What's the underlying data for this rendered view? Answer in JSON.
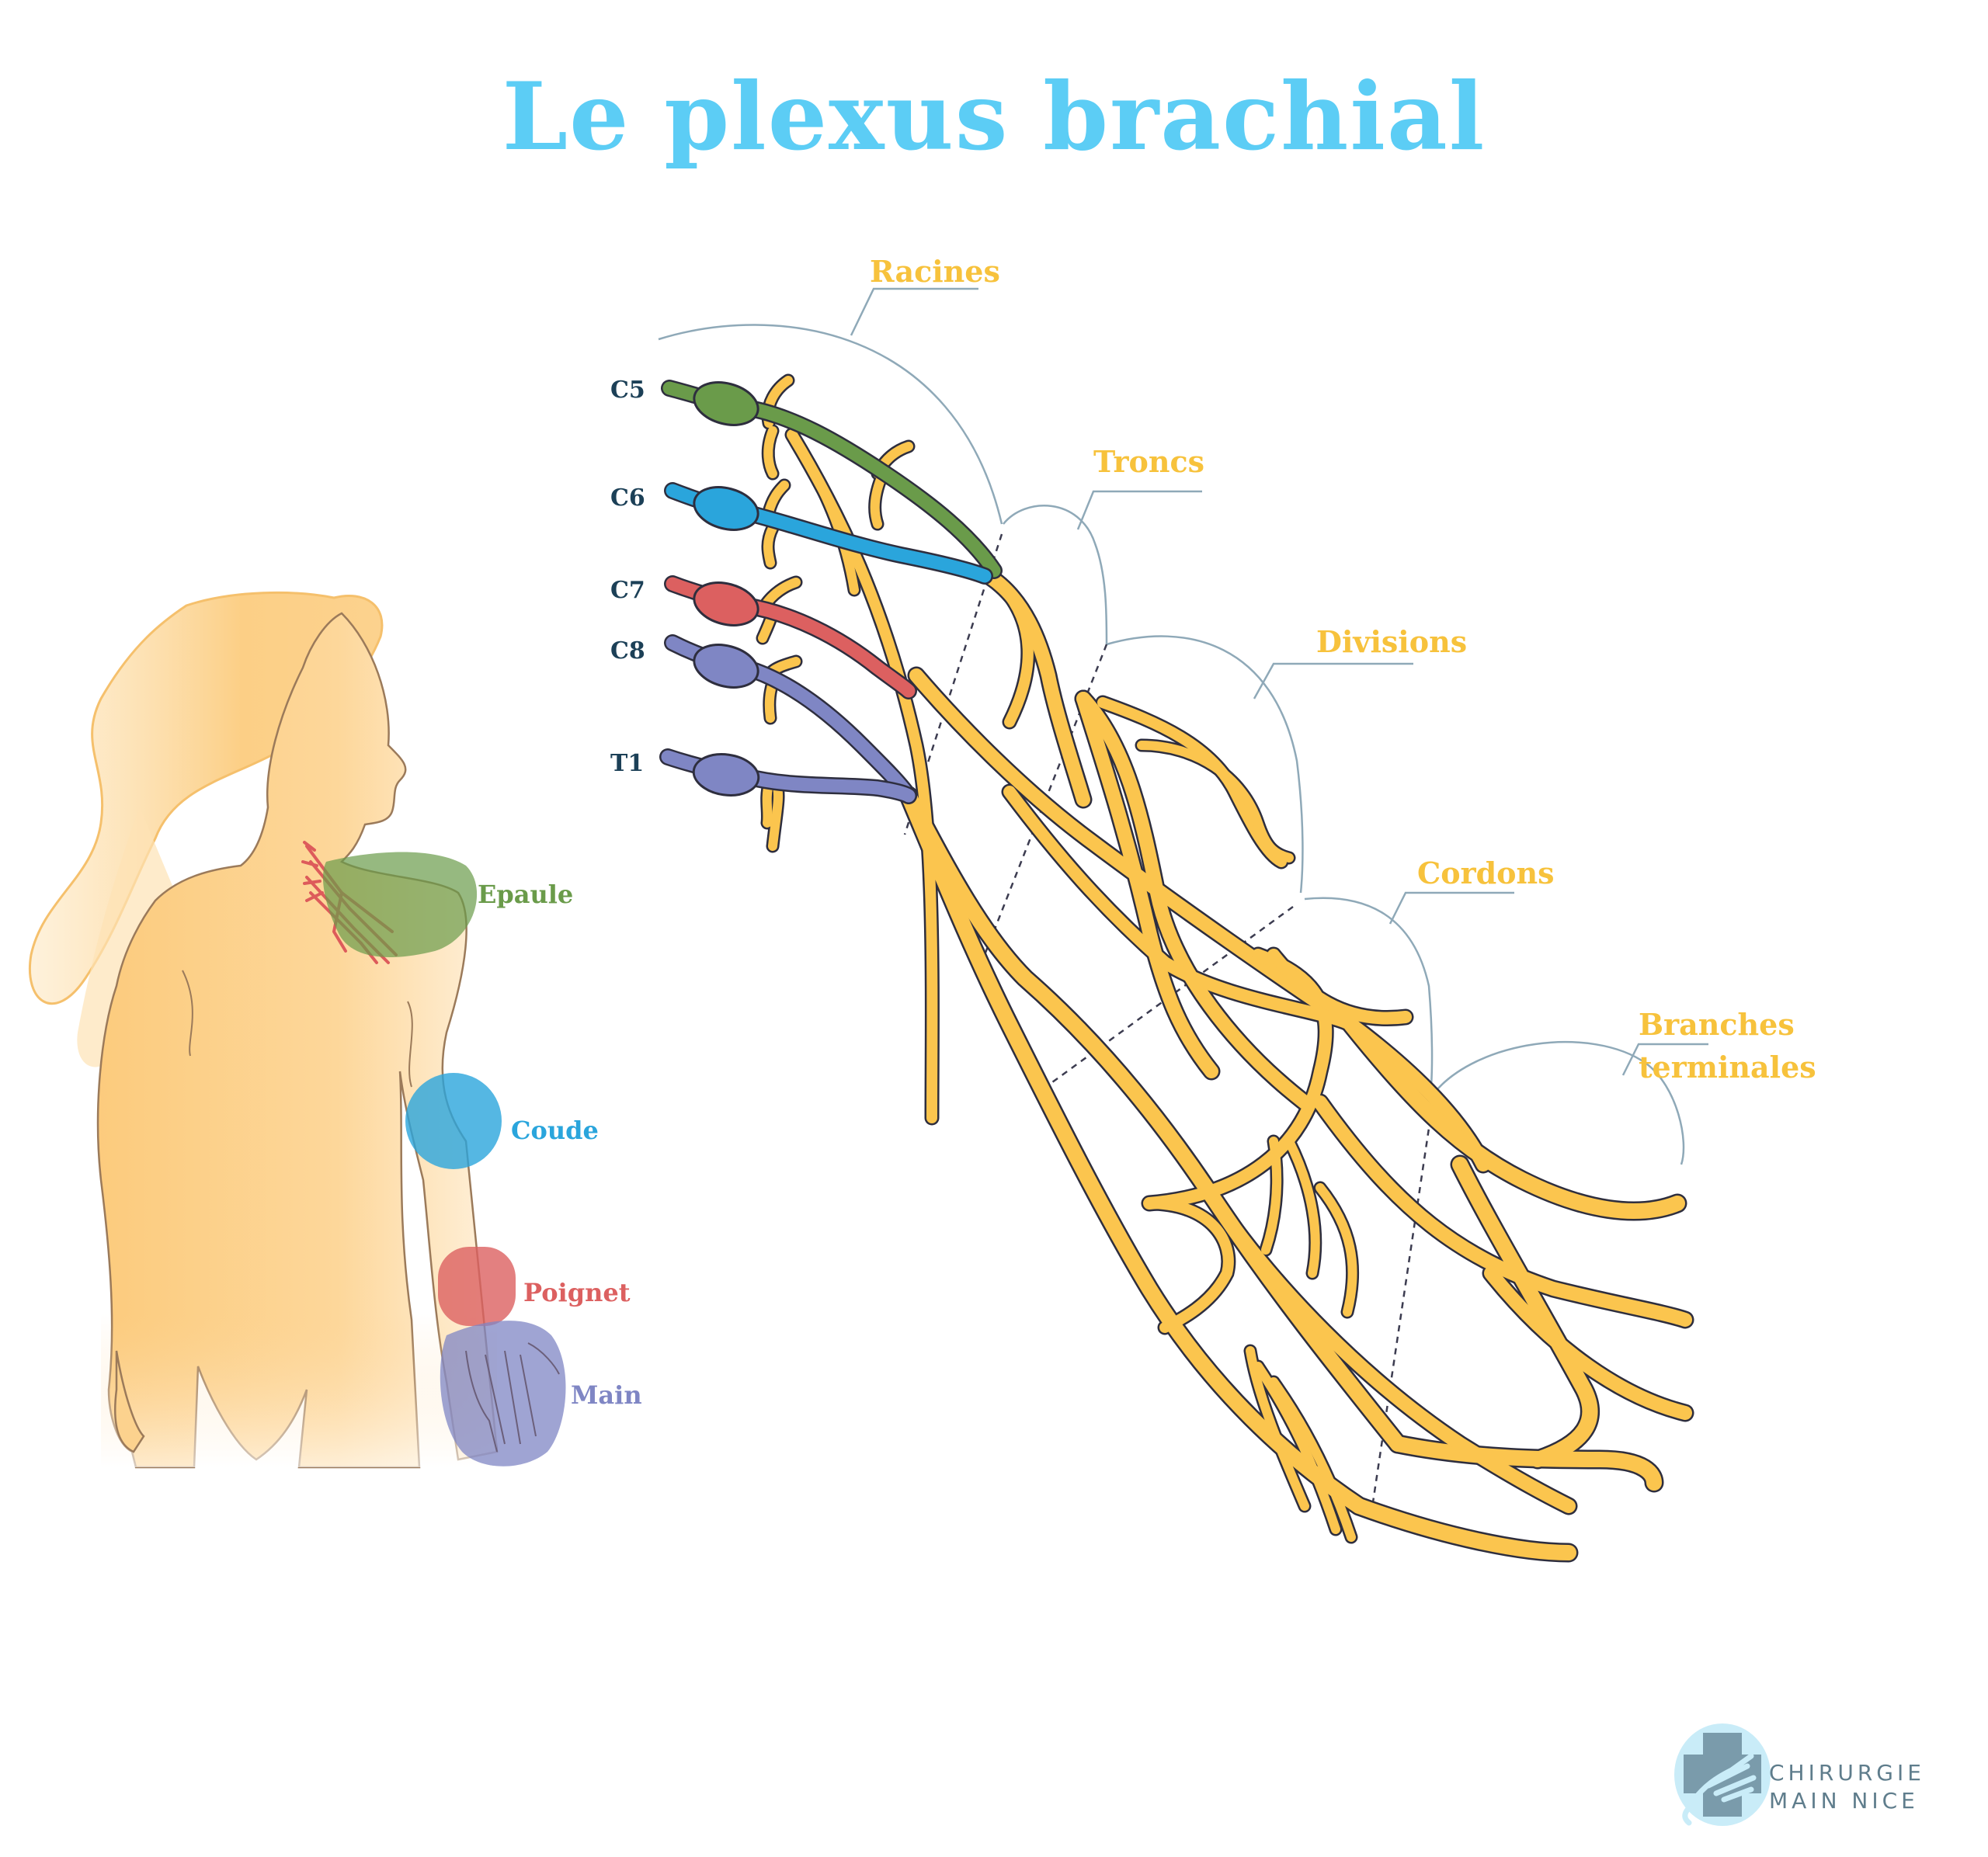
{
  "title": "Le plexus brachial",
  "stages": {
    "roots": "Racines",
    "trunks": "Troncs",
    "divisions": "Divisions",
    "cords": "Cordons",
    "branches_line1": "Branches",
    "branches_line2": "terminales"
  },
  "roots": [
    {
      "label": "C5",
      "color": "#6a9b4a"
    },
    {
      "label": "C6",
      "color": "#2aa5dc"
    },
    {
      "label": "C7",
      "color": "#dc6060"
    },
    {
      "label": "C8",
      "color": "#7f86c4"
    },
    {
      "label": "T1",
      "color": "#7f86c4"
    }
  ],
  "regions": [
    {
      "label": "Epaule",
      "color": "#6a9b4a"
    },
    {
      "label": "Coude",
      "color": "#2aa5dc"
    },
    {
      "label": "Poignet",
      "color": "#dc6060"
    },
    {
      "label": "Main",
      "color": "#7f86c4"
    }
  ],
  "colors": {
    "nerve": "#fbc54e",
    "nerve_outline": "#2e2e3e",
    "stage_label": "#f7c23c",
    "bracket": "#8fa9b8",
    "root_label": "#1c4057",
    "body": "#fbcf88"
  },
  "logo": {
    "line1": "CHIRURGIE",
    "line2": "MAIN NICE",
    "icon": "hand-cross-icon"
  }
}
